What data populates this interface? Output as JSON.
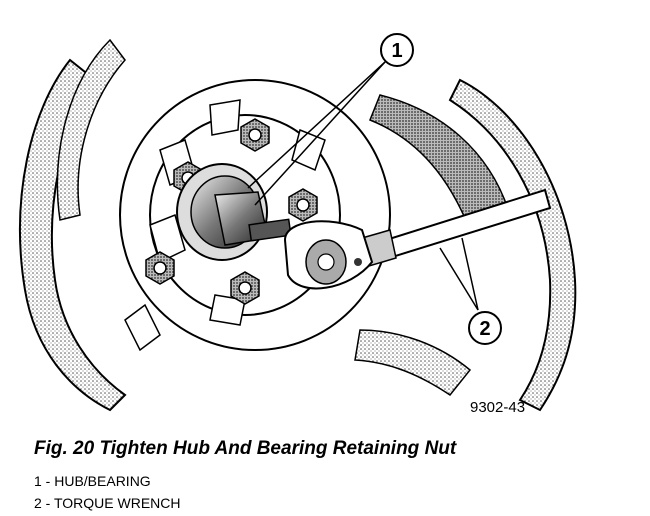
{
  "figure": {
    "id_code": "9302-43",
    "callouts": [
      {
        "number": "1",
        "part": "HUB/BEARING"
      },
      {
        "number": "2",
        "part": "TORQUE WRENCH"
      }
    ]
  },
  "caption": "Fig. 20 Tighten Hub And Bearing Retaining Nut",
  "legend": [
    "1 - HUB/BEARING",
    "2 - TORQUE WRENCH"
  ]
}
